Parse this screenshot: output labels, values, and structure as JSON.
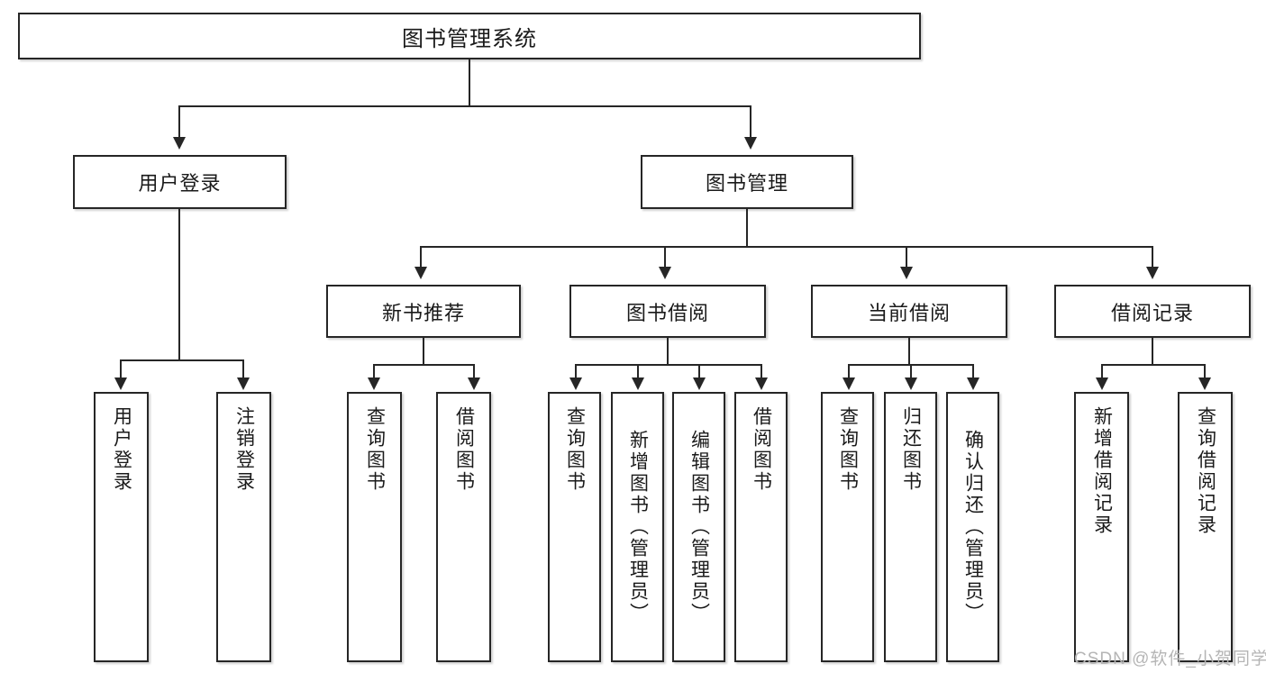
{
  "diagram": {
    "title": "图书管理系统",
    "type": "tree-hierarchy",
    "root": {
      "label": "图书管理系统"
    },
    "level1": [
      {
        "label": "用户登录"
      },
      {
        "label": "图书管理"
      }
    ],
    "level2": [
      {
        "label": "新书推荐"
      },
      {
        "label": "图书借阅"
      },
      {
        "label": "当前借阅"
      },
      {
        "label": "借阅记录"
      }
    ],
    "leaves": [
      {
        "label": "用户登录"
      },
      {
        "label": "注销登录"
      },
      {
        "label": "查询图书"
      },
      {
        "label": "借阅图书"
      },
      {
        "label": "查询图书"
      },
      {
        "label": "新增图书（管理员）"
      },
      {
        "label": "编辑图书（管理员）"
      },
      {
        "label": "借阅图书"
      },
      {
        "label": "查询图书"
      },
      {
        "label": "归还图书"
      },
      {
        "label": "确认归还（管理员）"
      },
      {
        "label": "新增借阅记录"
      },
      {
        "label": "查询借阅记录"
      }
    ]
  },
  "watermark": {
    "text": "CSDN @软件_小贺同学"
  },
  "colors": {
    "stroke": "#262626",
    "fill": "#ffffff",
    "text": "#1a1a1a",
    "watermark": "#b5b5b5"
  }
}
